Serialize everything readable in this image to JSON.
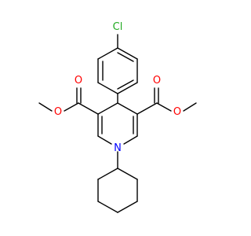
{
  "molecule": {
    "atoms": [
      {
        "id": "cl",
        "element": "Cl",
        "label": "Cl",
        "color": "#22aa22"
      },
      {
        "id": "o1",
        "element": "O",
        "label": "O",
        "color": "#ff0000"
      },
      {
        "id": "o2",
        "element": "O",
        "label": "O",
        "color": "#ff0000"
      },
      {
        "id": "o3",
        "element": "O",
        "label": "O",
        "color": "#ff0000"
      },
      {
        "id": "o4",
        "element": "O",
        "label": "O",
        "color": "#ff0000"
      },
      {
        "id": "n1",
        "element": "N",
        "label": "N",
        "color": "#0000ff"
      }
    ],
    "bond_color": "#000000"
  }
}
